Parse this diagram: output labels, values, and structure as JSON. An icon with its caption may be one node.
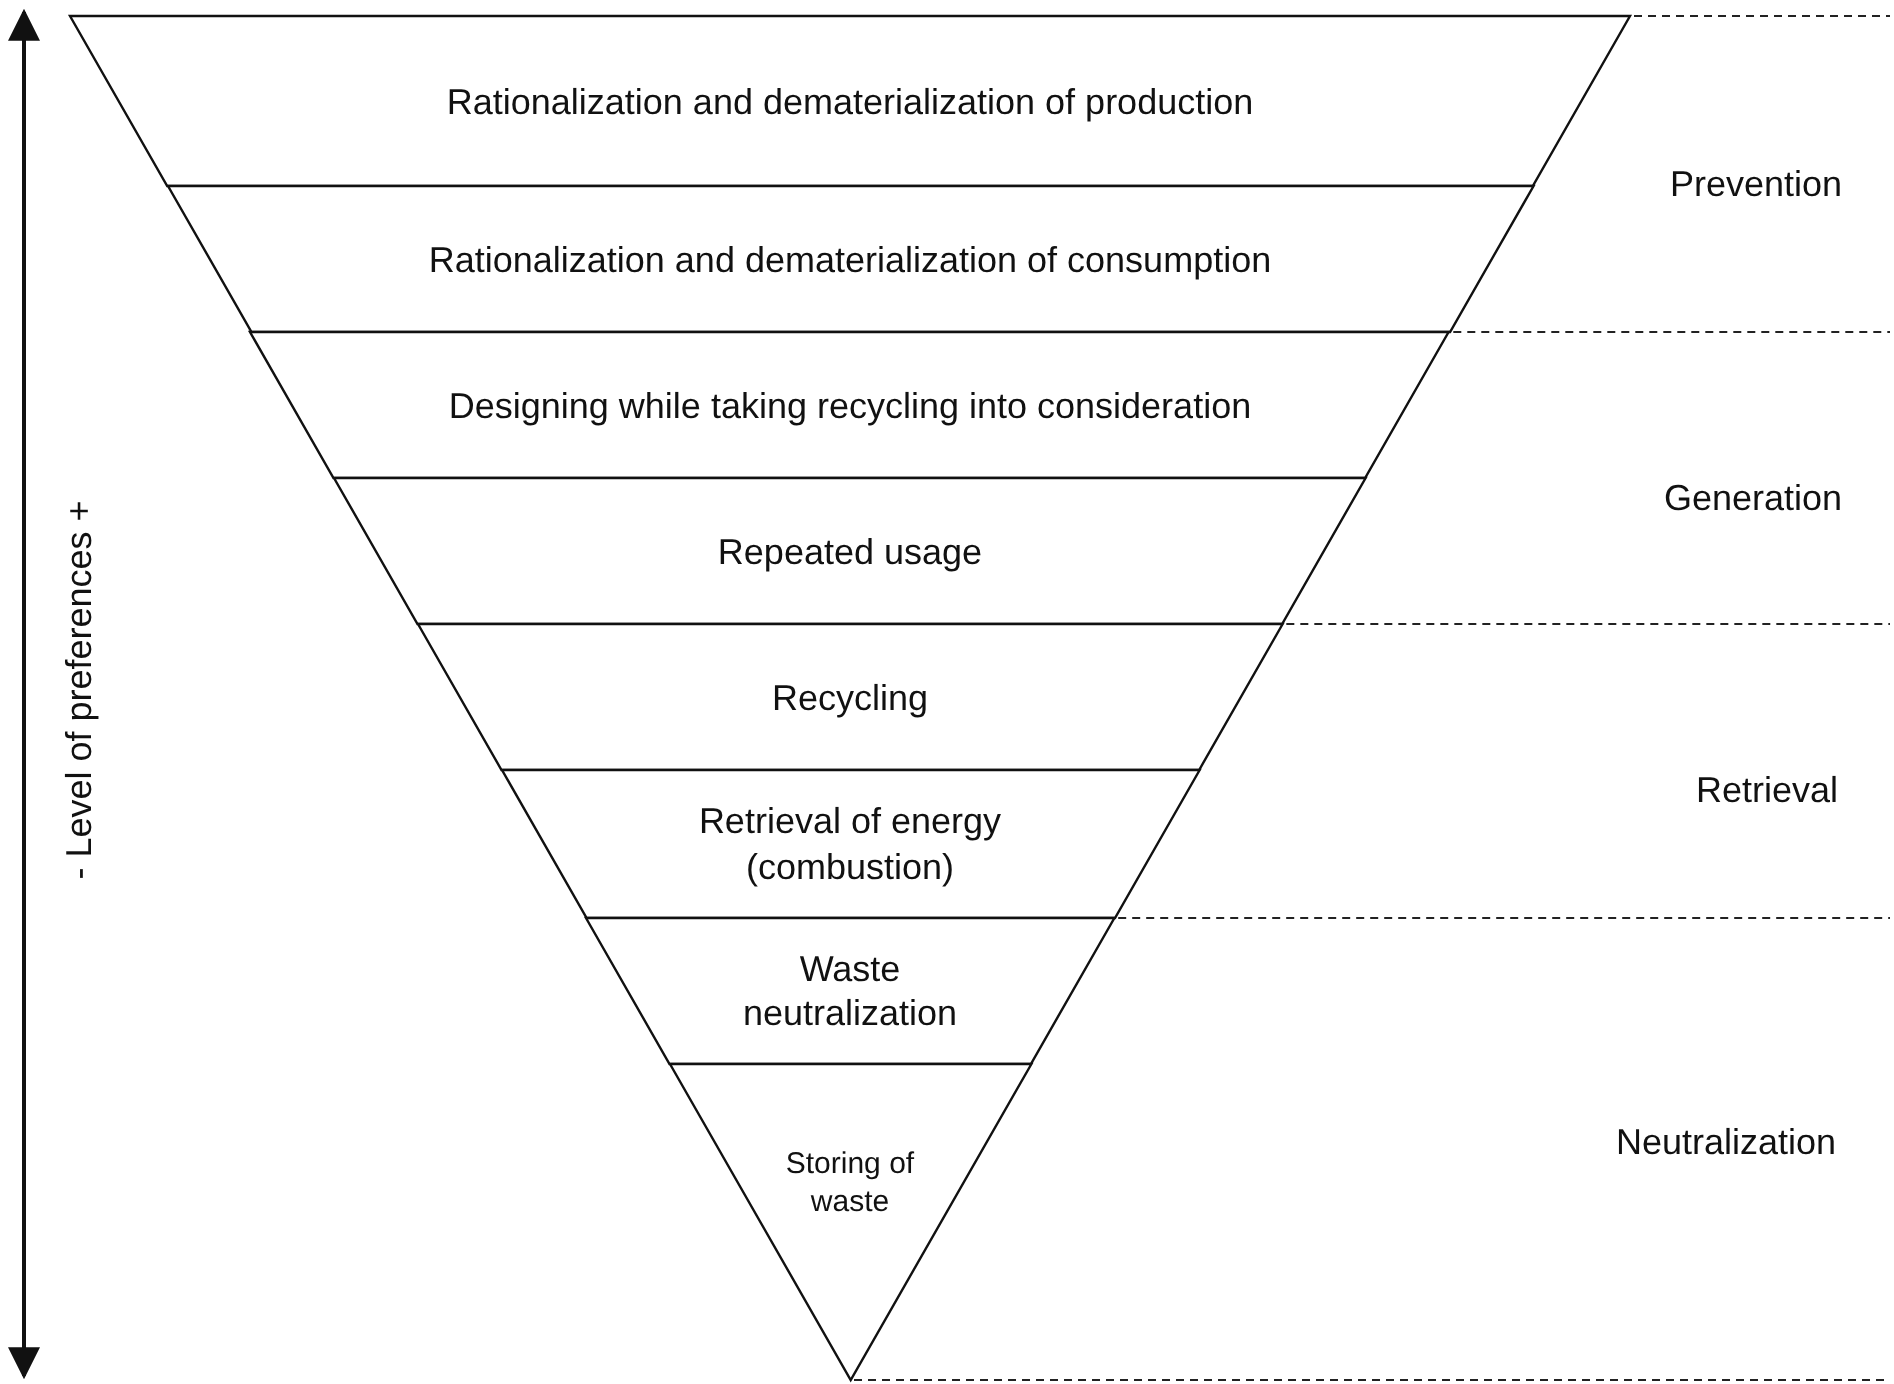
{
  "diagram": {
    "nodes": [
      {
        "text": [
          "Rationalization and dematerialization of production"
        ]
      },
      {
        "text": [
          "Rationalization and dematerialization of consumption"
        ]
      },
      {
        "text": [
          "Designing while taking recycling into consideration"
        ]
      },
      {
        "text": [
          "Repeated usage"
        ]
      },
      {
        "text": [
          "Recycling"
        ]
      },
      {
        "text": [
          "Retrieval of energy (combustion)"
        ]
      },
      {
        "text": [
          "Waste neutralization"
        ]
      },
      {
        "text": [
          "Storing of waste"
        ]
      }
    ],
    "edges": [],
    "labels": [
      "- Level of preferences +",
      "Prevention",
      "Generation",
      "Retrieval",
      "Neutralization"
    ]
  }
}
